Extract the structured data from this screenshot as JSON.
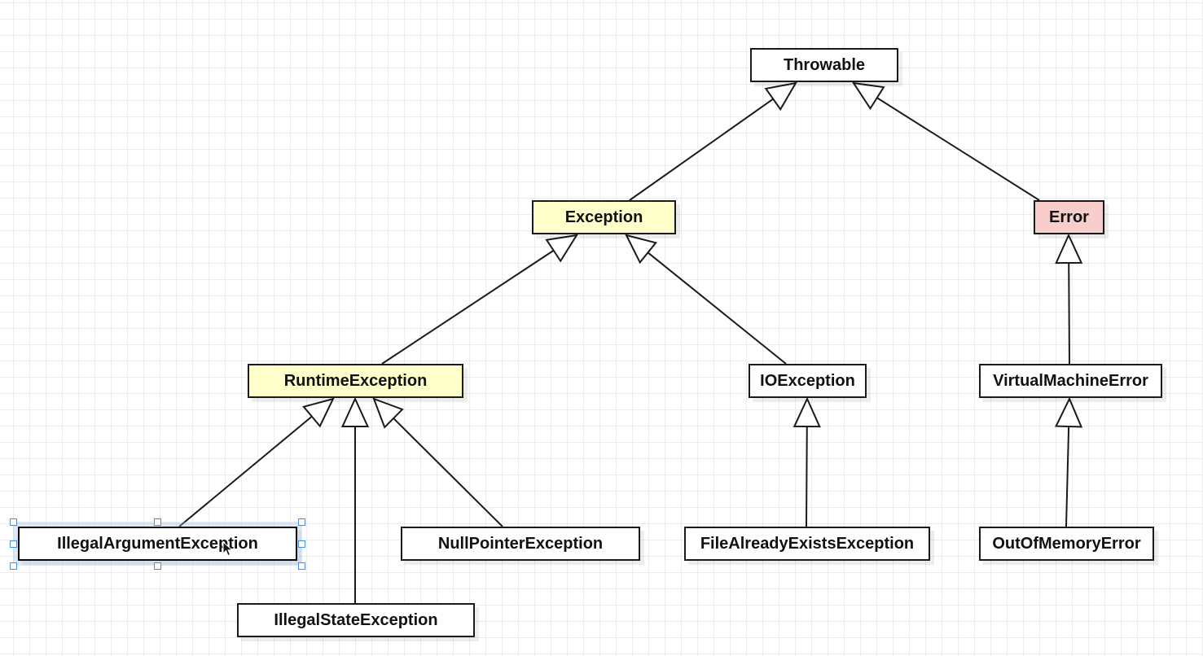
{
  "diagram": {
    "nodes": {
      "throwable": "Throwable",
      "exception": "Exception",
      "error": "Error",
      "runtime_exception": "RuntimeException",
      "io_exception": "IOException",
      "virtual_machine_error": "VirtualMachineError",
      "illegal_argument_exception": "IllegalArgumentException",
      "null_pointer_exception": "NullPointerException",
      "file_already_exists_exception": "FileAlreadyExistsException",
      "out_of_memory_error": "OutOfMemoryError",
      "illegal_state_exception": "IllegalStateException"
    },
    "edges": [
      {
        "from": "exception",
        "to": "throwable"
      },
      {
        "from": "error",
        "to": "throwable"
      },
      {
        "from": "runtime_exception",
        "to": "exception"
      },
      {
        "from": "io_exception",
        "to": "exception"
      },
      {
        "from": "virtual_machine_error",
        "to": "error"
      },
      {
        "from": "illegal_argument_exception",
        "to": "runtime_exception"
      },
      {
        "from": "illegal_state_exception",
        "to": "runtime_exception"
      },
      {
        "from": "null_pointer_exception",
        "to": "runtime_exception"
      },
      {
        "from": "file_already_exists_exception",
        "to": "io_exception"
      },
      {
        "from": "out_of_memory_error",
        "to": "virtual_machine_error"
      }
    ],
    "colors": {
      "checked_fill": "#ffffcc",
      "error_fill": "#f8cecc",
      "default_fill": "#ffffff",
      "selection_handle": "#4d8fd6"
    },
    "selected_node": "illegal_argument_exception"
  }
}
